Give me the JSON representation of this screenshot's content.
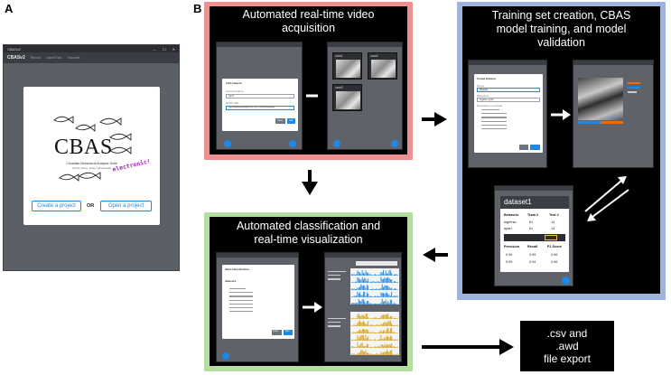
{
  "panel_a": {
    "letter": "A",
    "window_title": "CBASv2",
    "titlebar_controls": [
      "—",
      "☐",
      "✕"
    ],
    "app_name": "CBASv2",
    "nav_links": [
      "Record",
      "Label/Train",
      "Visualize"
    ],
    "logo_text": "CBAS",
    "logo_subtitle": "Circadian Behavioral Analysis Suite",
    "logo_subtitle2": "Perrett, Dixon, Foley, Lab Hamada",
    "logo_badge": "electronic!",
    "create_button": "Create a project",
    "or_label": "OR",
    "open_button": "Open a project"
  },
  "panel_b": {
    "letter": "B",
    "stage1": {
      "title_line1": "Automated real-time video",
      "title_line2": "acquisition",
      "dialog_title": "Add Camera",
      "dialog_label1": "Camera Name",
      "dialog_value1": "cam7",
      "dialog_label2": "RTSP URL",
      "dialog_value2": "rtsp://admin:password@192.168.1.184:8554/profile0",
      "cancel_label": "Close",
      "ok_label": "Add",
      "camera_names": [
        "cam1",
        "cam2",
        "cam3"
      ]
    },
    "stage2": {
      "title_line1": "Training set creation, CBAS",
      "title_line2": "model training, and model",
      "title_line3": "validation",
      "dialog_title": "Create Dataset",
      "dialog_label1": "Name",
      "dialog_value1": "dataset1",
      "dialog_label2": "Behaviors",
      "dialog_value2": "together; apart",
      "dialog_label3": "Directories to Include",
      "dataset_name": "dataset1",
      "table_headers": [
        "Behavior",
        "Train #",
        "Test #"
      ],
      "table_rows": [
        [
          "together",
          "61",
          "14"
        ],
        [
          "apart",
          "61",
          "14"
        ]
      ],
      "metric_headers": [
        "Precision",
        "Recall",
        "F1 Score"
      ],
      "metric_rows": [
        [
          "0.94",
          "0.99",
          "0.96"
        ],
        [
          "0.99",
          "0.94",
          "0.96"
        ]
      ]
    },
    "stage3": {
      "title_line1": "Automated classification and",
      "title_line2": "real-time visualization",
      "dialog_title": "Start Classification",
      "dataset_label": "dataset1",
      "cancel_label": "Close",
      "ok_label": "Start"
    },
    "export": {
      "line1": ".csv and",
      "line2": ".awd",
      "line3": "file export"
    }
  },
  "colors": {
    "stage1_bg": "#f08f8f",
    "stage2_bg": "#9fb3df",
    "stage3_bg": "#b5df9f",
    "accent_blue": "#1e88e5",
    "app_grey": "#5b5f66"
  }
}
